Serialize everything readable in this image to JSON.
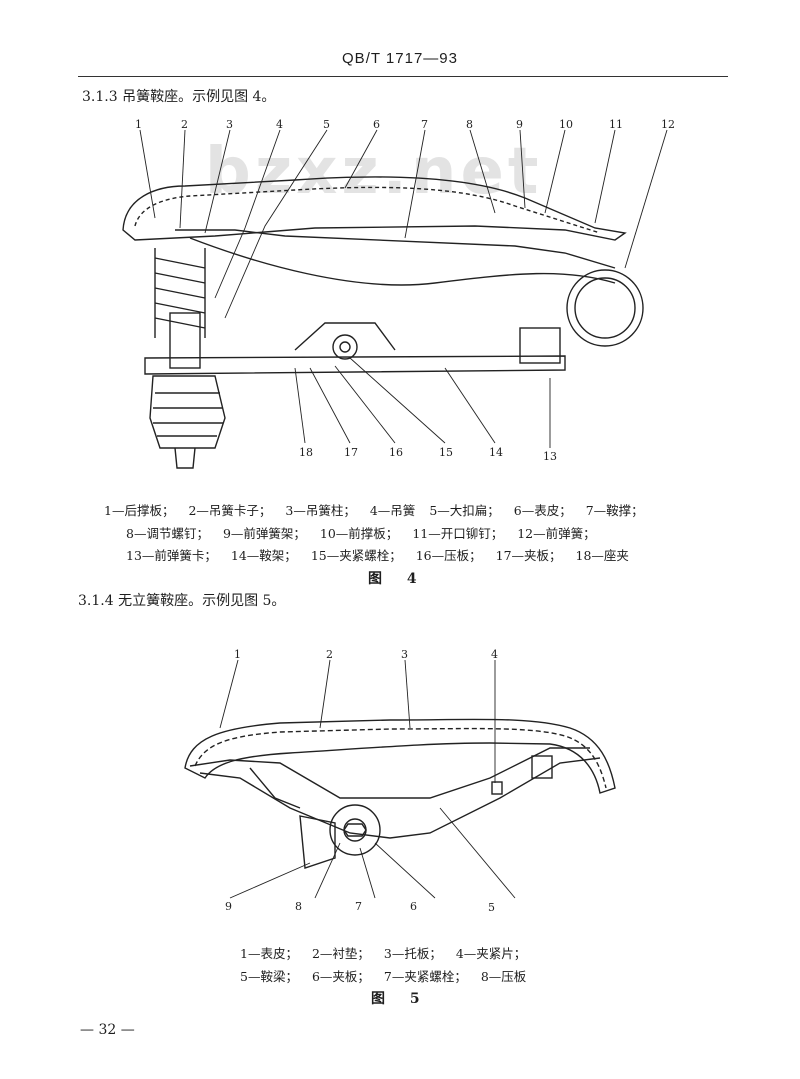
{
  "header": {
    "standard_no": "QB/T 1717—93"
  },
  "watermark": "bzxz.net",
  "section_313": {
    "number": "3.1.3",
    "text": "吊簧鞍座。示例见图 4。"
  },
  "figure4": {
    "caption": "图 4",
    "callouts": [
      "1",
      "2",
      "3",
      "4",
      "5",
      "6",
      "7",
      "8",
      "9",
      "10",
      "11",
      "12",
      "13",
      "14",
      "15",
      "16",
      "17",
      "18"
    ],
    "legend_rows": [
      [
        "1—后撑板；",
        "2—吊簧卡子；",
        "3—吊簧柱；",
        "4—吊簧",
        "5—大扣扁；",
        "6—表皮；",
        "7—鞍撑；"
      ],
      [
        "8—调节螺钉；",
        "9—前弹簧架；",
        "10—前撑板；",
        "11—开口铆钉；",
        "12—前弹簧；"
      ],
      [
        "13—前弹簧卡；",
        "14—鞍架；",
        "15—夹紧螺栓；",
        "16—压板；",
        "17—夹板；",
        "18—座夹"
      ]
    ]
  },
  "section_314": {
    "number": "3.1.4",
    "text": "无立簧鞍座。示例见图 5。"
  },
  "figure5": {
    "caption": "图 5",
    "callouts": [
      "1",
      "2",
      "3",
      "4",
      "5",
      "6",
      "7",
      "8",
      "9"
    ],
    "legend_rows": [
      [
        "1—表皮；",
        "2—衬垫；",
        "3—托板；",
        "4—夹紧片；"
      ],
      [
        "5—鞍梁；",
        "6—夹板；",
        "7—夹紧螺栓；",
        "8—压板"
      ]
    ]
  },
  "page_number": "— 32 —"
}
